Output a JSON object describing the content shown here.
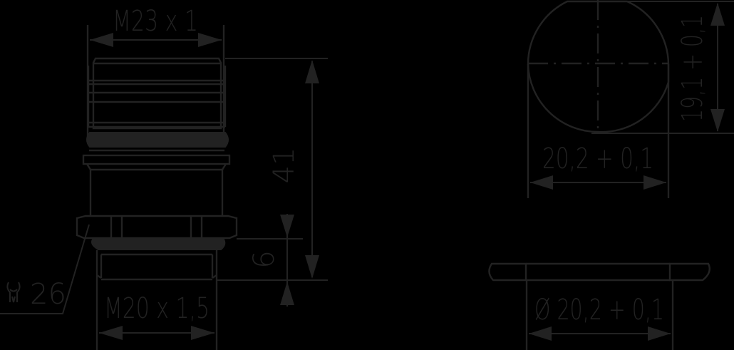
{
  "drawing": {
    "colors": {
      "background": "#000000",
      "line": "#222222"
    },
    "side_view": {
      "top_thread_label": "M23 x 1",
      "overall_height_label": "41",
      "bottom_thread_length_label": "6",
      "bottom_thread_label": "M20 x 1,5",
      "wrench_size_label": "26",
      "wrench_icon": "wrench-icon"
    },
    "panel_cutout": {
      "width_label": "20,2 + 0,1",
      "height_label": "19,1 + 0,1"
    },
    "section_view": {
      "hole_diameter_label": "Ø 20,2 + 0,1"
    }
  }
}
